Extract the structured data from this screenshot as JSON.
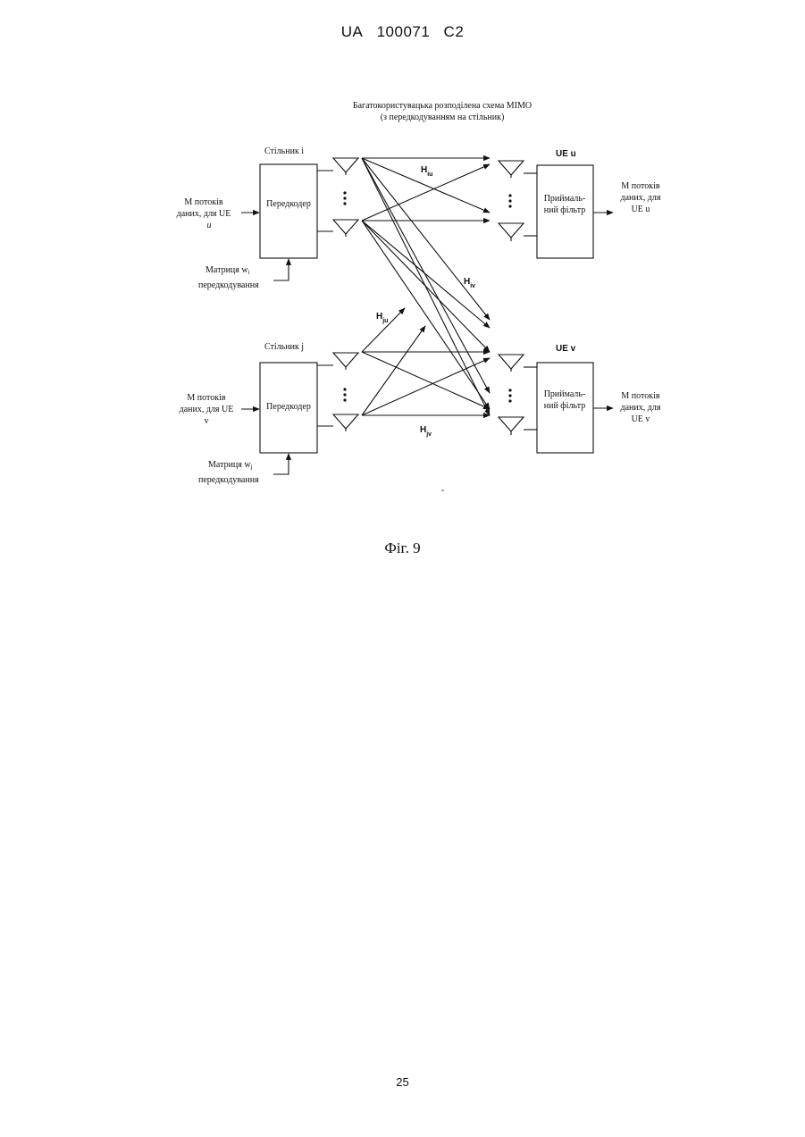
{
  "header": {
    "country": "UA",
    "number": "100071",
    "kind": "C2"
  },
  "diagram": {
    "title_line1": "Багатокористувацька розподілена схема MIMO",
    "title_line2": "(з передкодуванням на стільник)",
    "cell_i": {
      "label": "Стільник i",
      "precoder": "Передкодер",
      "input_lines": [
        "M потоків",
        "даних, для UE",
        "u"
      ],
      "matrix_lines": [
        "Матриця w",
        "передкодування"
      ],
      "matrix_sub": "i"
    },
    "cell_j": {
      "label": "Стільник j",
      "precoder": "Передкодер",
      "input_lines": [
        "M потоків",
        "даних, для UE",
        "v"
      ],
      "matrix_lines": [
        "Матриця w",
        "передкодування"
      ],
      "matrix_sub": "j"
    },
    "ue_u": {
      "label": "UE u",
      "filter_lines": [
        "Приймаль-",
        "ний фільтр"
      ],
      "output_lines": [
        "M потоків",
        "даних, для",
        "UE u"
      ]
    },
    "ue_v": {
      "label": "UE v",
      "filter_lines": [
        "Приймаль-",
        "ний фільтр"
      ],
      "output_lines": [
        "M потоків",
        "даних, для",
        "UE v"
      ]
    },
    "channels": {
      "iu": {
        "base": "H",
        "sub": "iu"
      },
      "iv": {
        "base": "H",
        "sub": "iv"
      },
      "ju": {
        "base": "H",
        "sub": "ju"
      },
      "jv": {
        "base": "H",
        "sub": "jv"
      }
    }
  },
  "caption": "Фіг. 9",
  "page_number": "25"
}
